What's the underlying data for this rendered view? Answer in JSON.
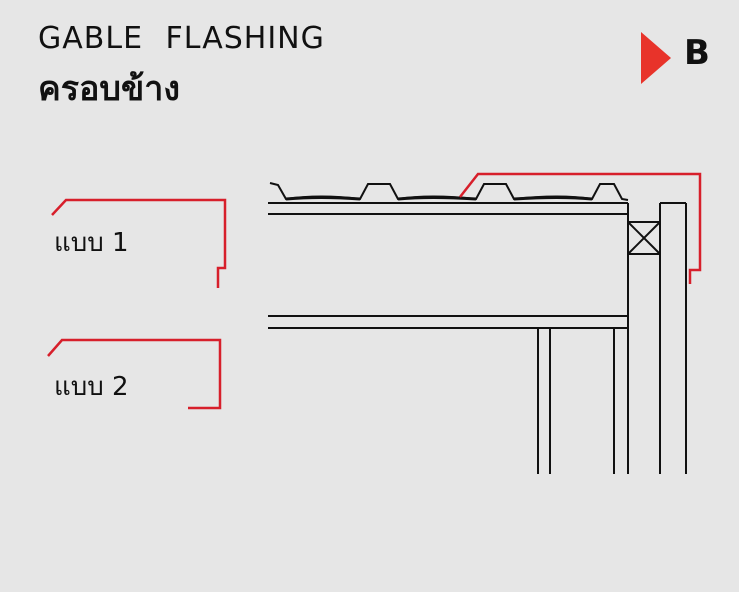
{
  "header": {
    "title": "GABLE  FLASHING",
    "subtitle": "ครอบข้าง"
  },
  "badge": {
    "letter": "B",
    "color": "#e8332a"
  },
  "types": [
    {
      "label": "แบบ  1"
    },
    {
      "label": "แบบ  2"
    }
  ],
  "colors": {
    "flashing": "#d71f2b",
    "line": "#111111",
    "background": "#e6e6e6"
  }
}
